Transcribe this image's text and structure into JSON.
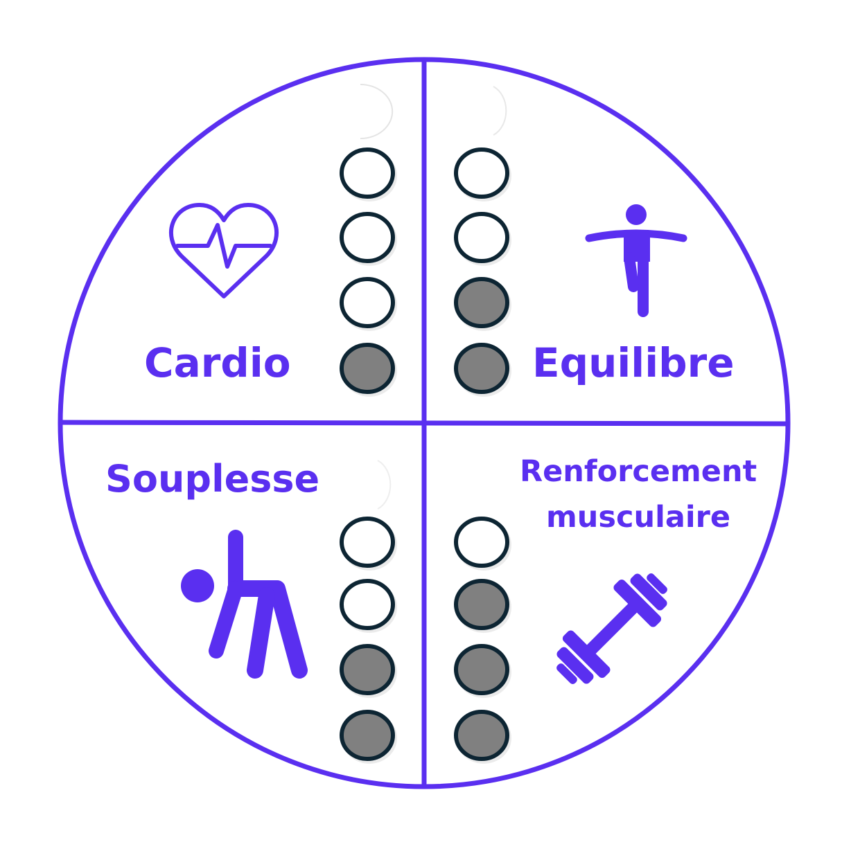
{
  "colors": {
    "accent": "#5a2ff0",
    "dot_border": "#0d2533",
    "dot_filled": "#808080",
    "dot_empty": "#ffffff"
  },
  "quadrants": [
    {
      "label": "Cardio",
      "icon": "heart-pulse-icon",
      "level": 1,
      "max": 4
    },
    {
      "label": "Equilibre",
      "icon": "balance-figure-icon",
      "level": 2,
      "max": 4
    },
    {
      "label": "Souplesse",
      "icon": "stretching-figure-icon",
      "level": 2,
      "max": 4
    },
    {
      "label_line1": "Renforcement",
      "label_line2": "musculaire",
      "icon": "dumbbell-icon",
      "level": 3,
      "max": 4
    }
  ]
}
